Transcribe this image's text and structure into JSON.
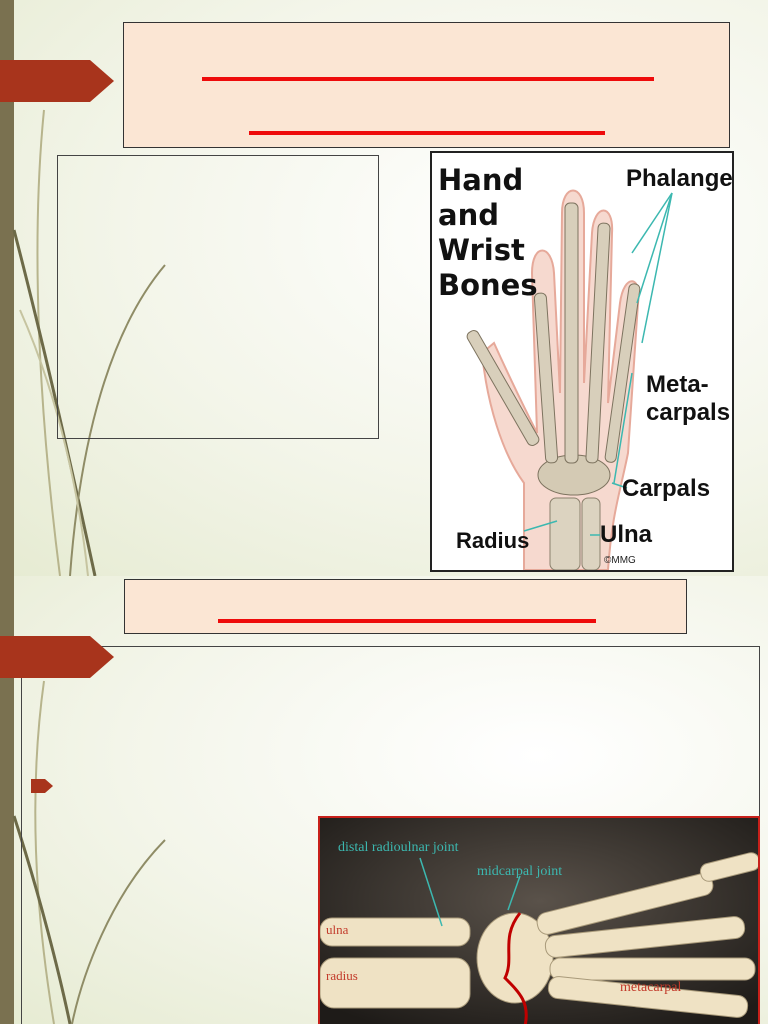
{
  "slide1": {
    "figure": {
      "heading": [
        "Hand",
        "and",
        "Wrist",
        "Bones"
      ],
      "labels": {
        "phalanges": "Phalanges",
        "metacarpals": [
          "Meta-",
          "carpals"
        ],
        "carpals": "Carpals",
        "radius": "Radius",
        "ulna": "Ulna",
        "credit": "©MMG"
      }
    }
  },
  "slide2": {
    "figure": {
      "labels": {
        "distal_radioulnar_joint": "distal radioulnar joint",
        "midcarpal_joint": "midcarpal joint",
        "ulna": "ulna",
        "radius": "radius",
        "metacarpal": "metacarpal"
      }
    }
  },
  "colors": {
    "accent": "#a8341c",
    "title_fill": "#fbe6d4",
    "underline": "#ee0b0b",
    "stripe": "#7a7150",
    "label_teal": "#3cb8b0",
    "label_red": "#c23a2a"
  }
}
